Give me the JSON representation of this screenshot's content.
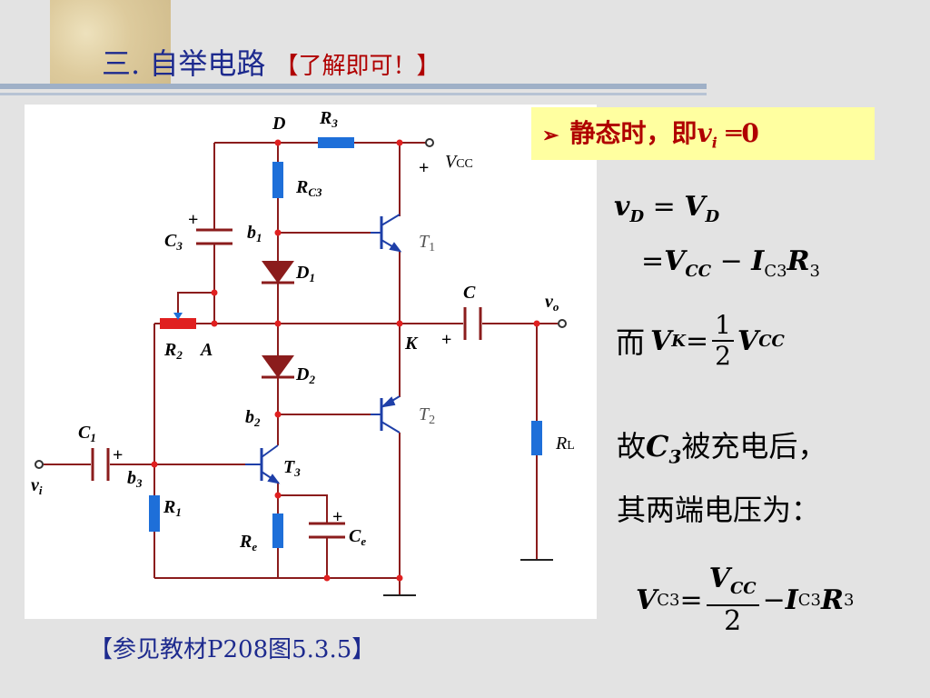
{
  "title": {
    "main": "三. 自举电路",
    "note": "【了解即可！】"
  },
  "reference": "【参见教材P208图5.3.5】",
  "callout": {
    "arrow": "➢",
    "text": "静态时，即",
    "var": "v",
    "sub": "i",
    "tail": " ═0"
  },
  "labels": {
    "D": "D",
    "R3": "R",
    "R3_sub": "3",
    "vcc_plus": "+",
    "VCC": "V",
    "VCC_sub": "CC",
    "RC3": "R",
    "RC3_sub": "C3",
    "C3": "C",
    "C3_sub": "3",
    "C3_plus": "+",
    "b1": "b",
    "b1_sub": "1",
    "T1": "T",
    "T1_sub": "1",
    "D1": "D",
    "D1_sub": "1",
    "C": "C",
    "vo": "v",
    "vo_sub": "o",
    "R2": "R",
    "R2_sub": "2",
    "A": "A",
    "K": "K",
    "C_plus": "+",
    "D2": "D",
    "D2_sub": "2",
    "b2": "b",
    "b2_sub": "2",
    "T2": "T",
    "T2_sub": "2",
    "C1": "C",
    "C1_sub": "1",
    "C1_plus": "+",
    "RL": "R",
    "RL_sub": "L",
    "vi": "v",
    "vi_sub": "i",
    "b3": "b",
    "b3_sub": "3",
    "T3": "T",
    "T3_sub": "3",
    "R1": "R",
    "R1_sub": "1",
    "Ce_plus": "+",
    "Ce": "C",
    "Ce_sub": "e",
    "Re": "R",
    "Re_sub": "e"
  },
  "equations": {
    "vd": "v",
    "vd_sub": "D",
    "vd_eq": " = ",
    "vd_rhs": "V",
    "vd_rhs_sub": "D",
    "vd2_eq": "=",
    "vd2_v": "V",
    "vd2_v_sub": "CC",
    "vd2_minus": " − ",
    "vd2_i": "I",
    "vd2_i_sub": "C3",
    "vd2_r": "R",
    "vd2_r_sub": "3",
    "vk_prefix": "而",
    "vk": "V",
    "vk_sub": "K",
    "vk_eq": " = ",
    "half_num": "1",
    "half_den": "2",
    "vk_v": "V",
    "vk_v_sub": "CC",
    "text1_a": "故",
    "text1_c": "C",
    "text1_c_sub": "3",
    "text1_b": "被充电后，",
    "text2": "其两端电压为：",
    "vc3": "V",
    "vc3_sub": "C3",
    "vc3_eq": " = ",
    "frac_num_v": "V",
    "frac_num_sub": "CC",
    "frac_den": "2",
    "vc3_minus": " − ",
    "vc3_i": "I",
    "vc3_i_sub": "C3",
    "vc3_r": "R",
    "vc3_r_sub": "3"
  },
  "colors": {
    "wire": "#8b1c1c",
    "resistor": "#1e6fd9",
    "node": "#e02020",
    "title": "#1d2a8e",
    "highlight": "#ffffa0",
    "callout_text": "#b00000"
  }
}
